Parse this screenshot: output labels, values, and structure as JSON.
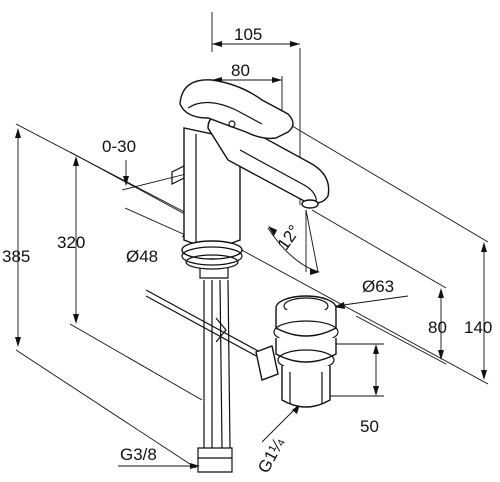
{
  "drawing": {
    "dimensions": {
      "width_total": "105",
      "width_spout": "80",
      "lever_range": "0-30",
      "height_total": "385",
      "height_body": "320",
      "diameter_base": "Ø48",
      "spout_angle": "12°",
      "diameter_waste": "Ø63",
      "height_spout": "80",
      "height_top": "140",
      "waste_depth": "50",
      "connection_hose": "G3/8",
      "connection_waste": "G1¼"
    }
  }
}
